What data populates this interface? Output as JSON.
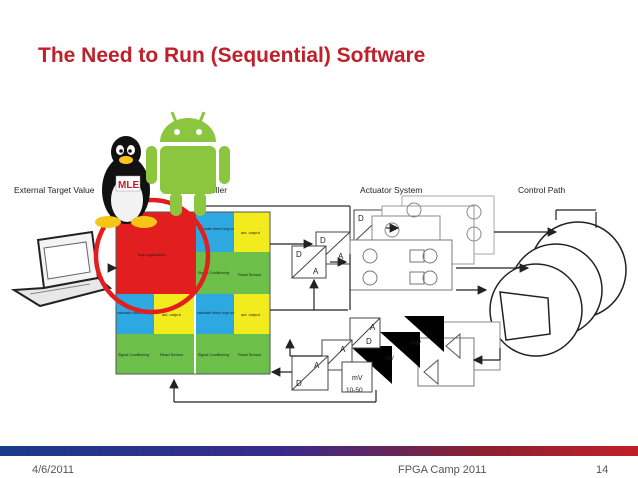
{
  "slide": {
    "title": "The Need to Run (Sequential) Software"
  },
  "diagram": {
    "labels": {
      "external_target": "External Target Value",
      "controller_partial": "oller",
      "actuator_system": "Actuator System",
      "control_path": "Control Path"
    },
    "grid_cells": {
      "calc_direct_top": "calculate direct loop control",
      "act_output_top": "act. output",
      "loop_application": "loop application",
      "signal_cond_top": "Signal Conditioning",
      "read_sensor_top": "Read Sensor",
      "calc_closed_bottom_left": "calculate closed loop control",
      "act_output_bottom_left": "act. output",
      "calc_direct_bottom_right": "calculate direct loop control",
      "act_output_bottom_right": "act. output",
      "signal_cond_bottom_left": "Signal Conditioning",
      "read_sensor_bottom_left": "Read Sensor",
      "signal_cond_bottom_right": "Signal Conditioning",
      "read_sensor_bottom_right": "Read Sensor"
    },
    "converter_labels": {
      "d": "D",
      "a": "A"
    },
    "mv_labels": {
      "mv": "mV",
      "mv_range": "10-50"
    },
    "logo_text": "MLE"
  },
  "footer": {
    "date": "4/6/2011",
    "event": "FPGA Camp 2011",
    "page": "14"
  },
  "colors": {
    "title": "#c0202a",
    "red_block": "#e31e1e",
    "blue_block": "#2da8e0",
    "yellow_block": "#f2ec1e",
    "green_block": "#6cc04a",
    "android_green": "#8cc63f",
    "circle_red": "#e31e1e"
  },
  "icons": [
    "laptop-icon",
    "tux-penguin-icon",
    "android-robot-icon",
    "mle-badge-icon"
  ]
}
